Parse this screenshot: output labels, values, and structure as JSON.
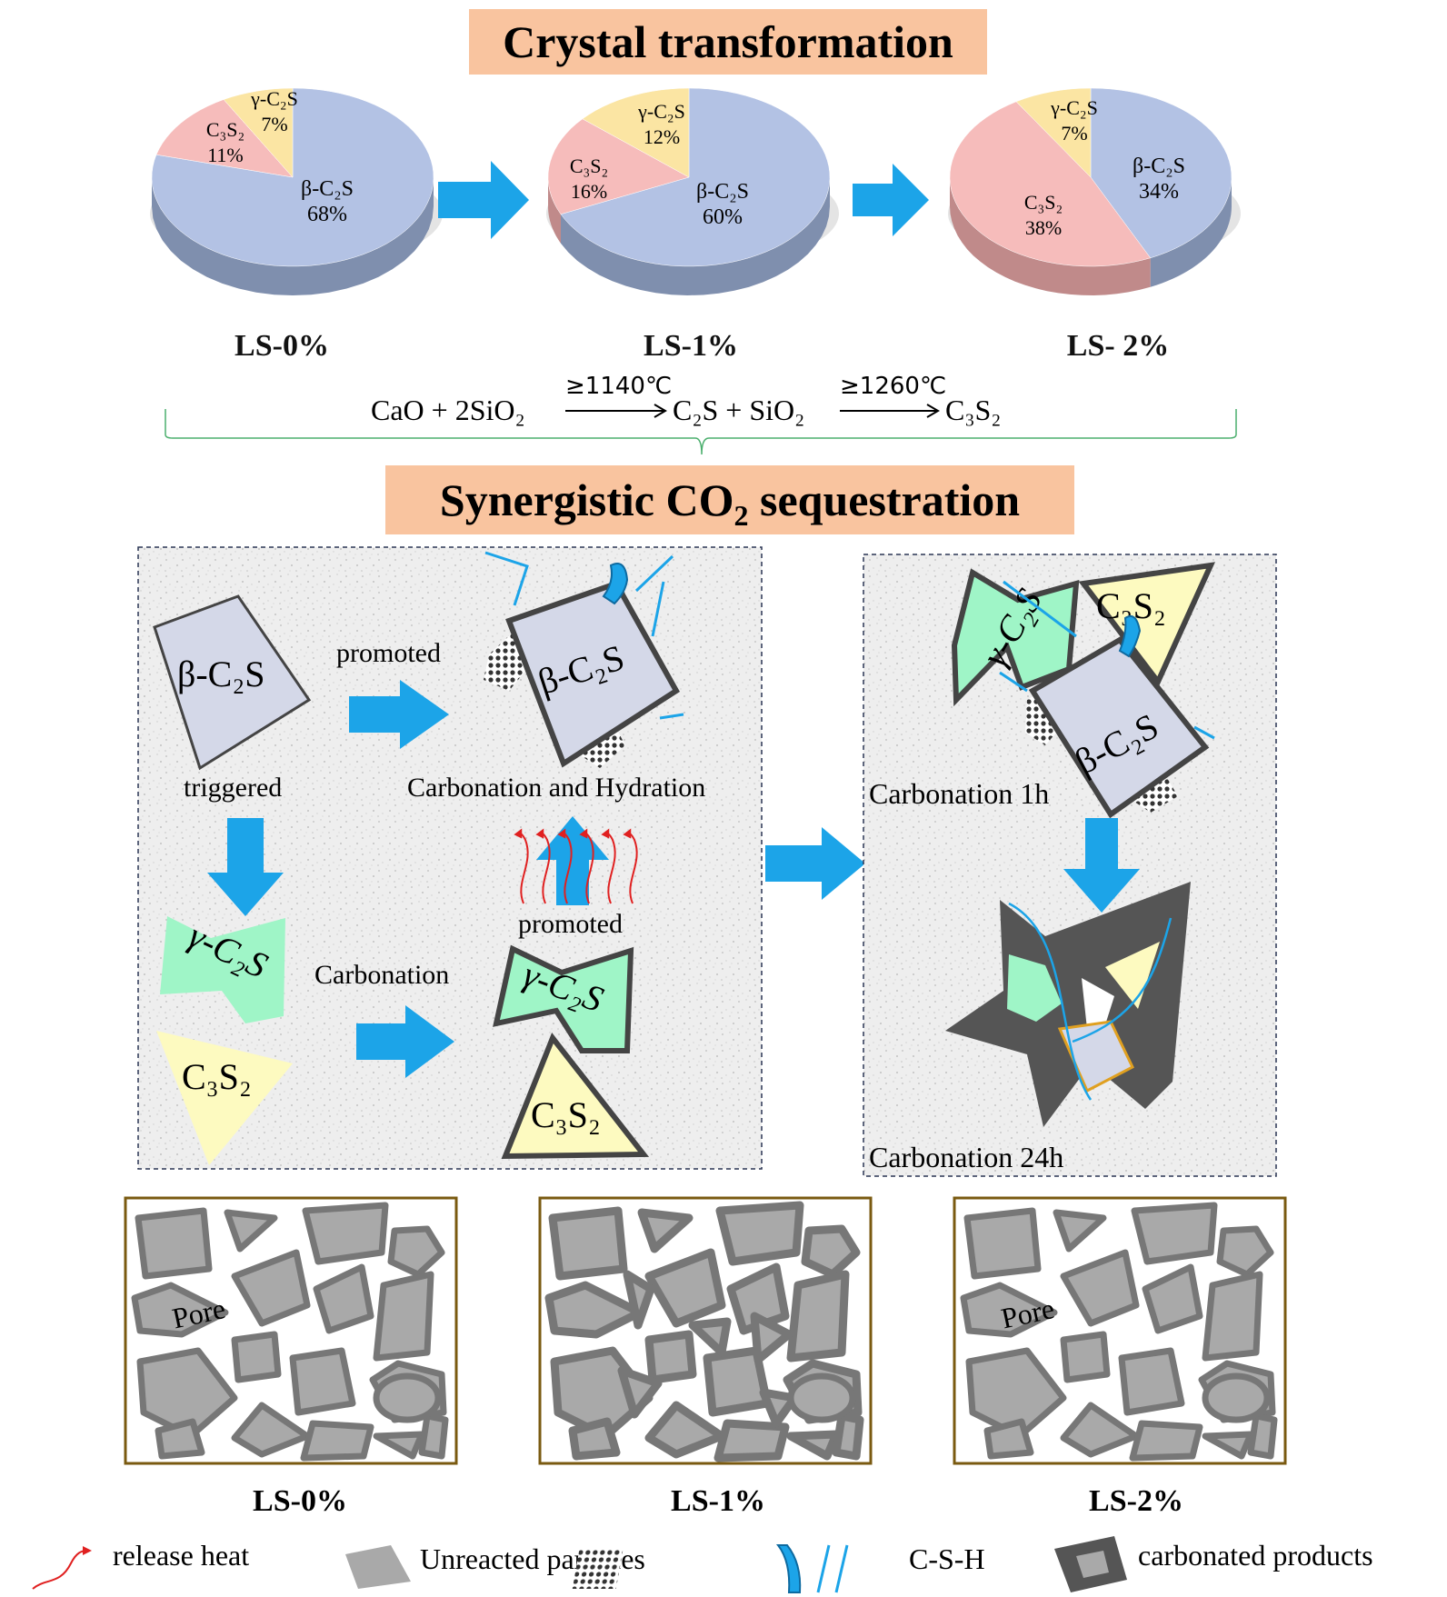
{
  "titles": {
    "crystal": "Crystal transformation",
    "sequestration_prefix": "Synergistic CO",
    "sequestration_sub": "2",
    "sequestration_suffix": " sequestration"
  },
  "pies": [
    {
      "label": "LS-0%",
      "slices": [
        {
          "name": "β-C₂S",
          "pct_text": "68%",
          "value": 68,
          "color": "#b3c2e4",
          "side": "#7f8fae"
        },
        {
          "name": "C₃S₂",
          "pct_text": "11%",
          "value": 11,
          "color": "#f6bcbb",
          "side": "#c08a8a"
        },
        {
          "name": "γ-C₂S",
          "pct_text": "7%",
          "value": 7,
          "color": "#fbe5a3",
          "side": "#c8b27a"
        }
      ]
    },
    {
      "label": "LS-1%",
      "slices": [
        {
          "name": "β-C₂S",
          "pct_text": "60%",
          "value": 60,
          "color": "#b3c2e4",
          "side": "#7f8fae"
        },
        {
          "name": "C₃S₂",
          "pct_text": "16%",
          "value": 16,
          "color": "#f6bcbb",
          "side": "#c08a8a"
        },
        {
          "name": "γ-C₂S",
          "pct_text": "12%",
          "value": 12,
          "color": "#fbe5a3",
          "side": "#c8b27a"
        }
      ]
    },
    {
      "label": "LS- 2%",
      "slices": [
        {
          "name": "β-C₂S",
          "pct_text": "34%",
          "value": 34,
          "color": "#b3c2e4",
          "side": "#7f8fae"
        },
        {
          "name": "C₃S₂",
          "pct_text": "38%",
          "value": 38,
          "color": "#f6bcbb",
          "side": "#c08a8a"
        },
        {
          "name": "γ-C₂S",
          "pct_text": "7%",
          "value": 7,
          "color": "#fbe5a3",
          "side": "#c8b27a"
        }
      ]
    }
  ],
  "equation": {
    "left": "CaO + 2SiO₂",
    "cond1": "≥1140℃",
    "middle": "C₂S + SiO₂",
    "cond2": "≥1260℃",
    "right": "C₃S₂"
  },
  "left_panel": {
    "beta": "β-C₂S",
    "gamma": "γ-C₂S",
    "c3s2": "C₃S₂",
    "promoted_top": "promoted",
    "triggered": "triggered",
    "carb_hyd": "Carbonation and Hydration",
    "promoted_mid": "promoted",
    "carbonation": "Carbonation"
  },
  "right_panel": {
    "carb1h": "Carbonation 1h",
    "carb24h": "Carbonation 24h"
  },
  "structures": [
    {
      "label": "LS-0%",
      "pore": "Pore"
    },
    {
      "label": "LS-1%",
      "pore": ""
    },
    {
      "label": "LS-2%",
      "pore": "Pore"
    }
  ],
  "legend": {
    "heat": "release heat",
    "unreacted": "Unreacted particles",
    "csh": "C-S-H",
    "carbonated": "carbonated products"
  },
  "colors": {
    "title_bg": "#f9c49f",
    "arrow_blue": "#1ca4e8",
    "beta_fill": "#d4d8e8",
    "gamma_fill": "#9ff5c7",
    "c3s2_fill": "#fdfac0",
    "dark_gray": "#555555",
    "brown_frame": "#7a5a10",
    "heat_red": "#e02020"
  }
}
